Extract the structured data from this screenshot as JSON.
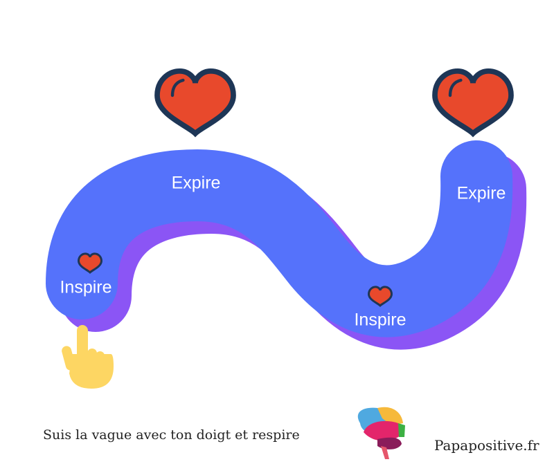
{
  "labels": {
    "expire_left": "Expire",
    "expire_right": "Expire",
    "inspire_left": "Inspire",
    "inspire_right": "Inspire"
  },
  "caption": "Suis la vague avec ton doigt et respire",
  "site": "Papapositive.fr",
  "colors": {
    "wave": "#5572fb",
    "wave_shadow": "#8b55f5",
    "heart": "#e8492c",
    "heart_outline": "#1e3656",
    "hand": "#fdd663"
  }
}
